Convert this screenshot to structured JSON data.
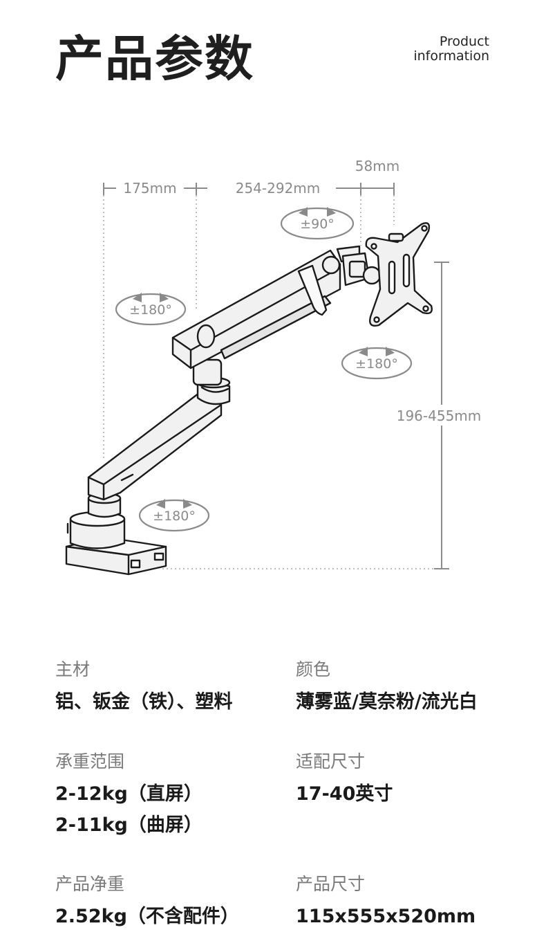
{
  "header": {
    "title": "产品参数",
    "subtitle_line1": "Product",
    "subtitle_line2": "information"
  },
  "diagram": {
    "dim_top_left": "175mm",
    "dim_top_mid": "254-292mm",
    "dim_top_right": "58mm",
    "dim_height": "196-455mm",
    "rot_vesa": "±90°",
    "rot_upper_arm": "±180°",
    "rot_head": "±180°",
    "rot_base": "±180°"
  },
  "specs": {
    "material": {
      "label": "主材",
      "value": "铝、钣金（铁）、塑料"
    },
    "color": {
      "label": "颜色",
      "value": "薄雾蓝/莫奈粉/流光白"
    },
    "load": {
      "label": "承重范围",
      "value1": "2-12kg（直屏）",
      "value2": "2-11kg（曲屏）"
    },
    "size": {
      "label": "适配尺寸",
      "value": "17-40英寸"
    },
    "weight": {
      "label": "产品净重",
      "value": "2.52kg（不含配件）"
    },
    "dimensions": {
      "label": "产品尺寸",
      "value": "115x555x520mm"
    }
  }
}
